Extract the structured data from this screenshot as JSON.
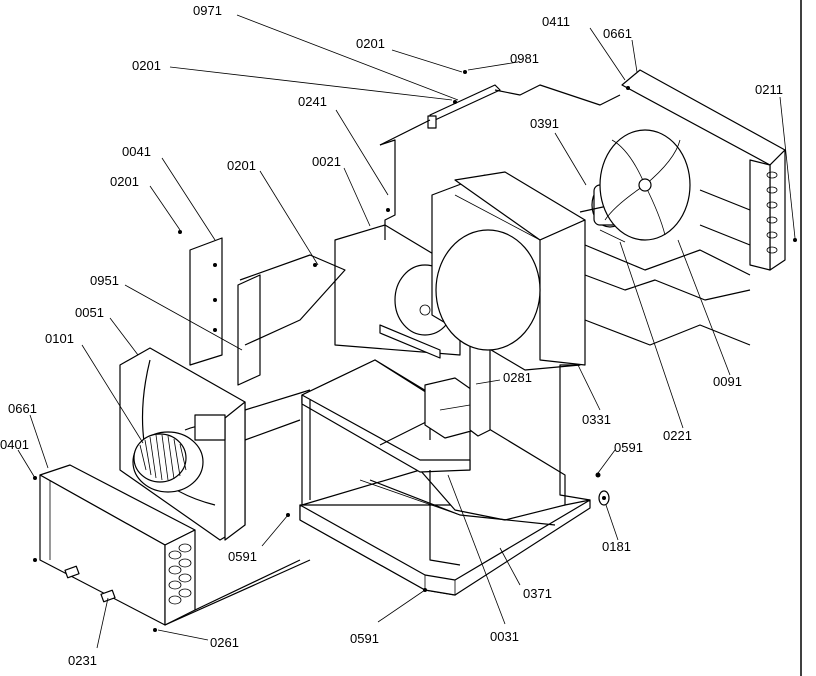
{
  "callouts": [
    {
      "id": "0971"
    },
    {
      "id": "0201a"
    },
    {
      "id": "0981"
    },
    {
      "id": "0201b"
    },
    {
      "id": "0411"
    },
    {
      "id": "0661a"
    },
    {
      "id": "0211"
    },
    {
      "id": "0241"
    },
    {
      "id": "0391"
    },
    {
      "id": "0041"
    },
    {
      "id": "0201c"
    },
    {
      "id": "0021"
    },
    {
      "id": "0201d"
    },
    {
      "id": "0951"
    },
    {
      "id": "0051"
    },
    {
      "id": "0101"
    },
    {
      "id": "0281"
    },
    {
      "id": "0091"
    },
    {
      "id": "0331"
    },
    {
      "id": "0221"
    },
    {
      "id": "0661b"
    },
    {
      "id": "0401"
    },
    {
      "id": "0591a"
    },
    {
      "id": "0591b"
    },
    {
      "id": "0181"
    },
    {
      "id": "0371"
    },
    {
      "id": "0591c"
    },
    {
      "id": "0031"
    },
    {
      "id": "0261"
    },
    {
      "id": "0231"
    }
  ],
  "labels": {
    "0971": "0971",
    "0201a": "0201",
    "0981": "0981",
    "0201b": "0201",
    "0411": "0411",
    "0661a": "0661",
    "0211": "0211",
    "0241": "0241",
    "0391": "0391",
    "0041": "0041",
    "0201c": "0201",
    "0021": "0021",
    "0201d": "0201",
    "0951": "0951",
    "0051": "0051",
    "0101": "0101",
    "0281": "0281",
    "0091": "0091",
    "0331": "0331",
    "0221": "0221",
    "0661b": "0661",
    "0401": "0401",
    "0591a": "0591",
    "0591b": "0591",
    "0181": "0181",
    "0371": "0371",
    "0591c": "0591",
    "0031": "0031",
    "0261": "0261",
    "0231": "0231"
  }
}
